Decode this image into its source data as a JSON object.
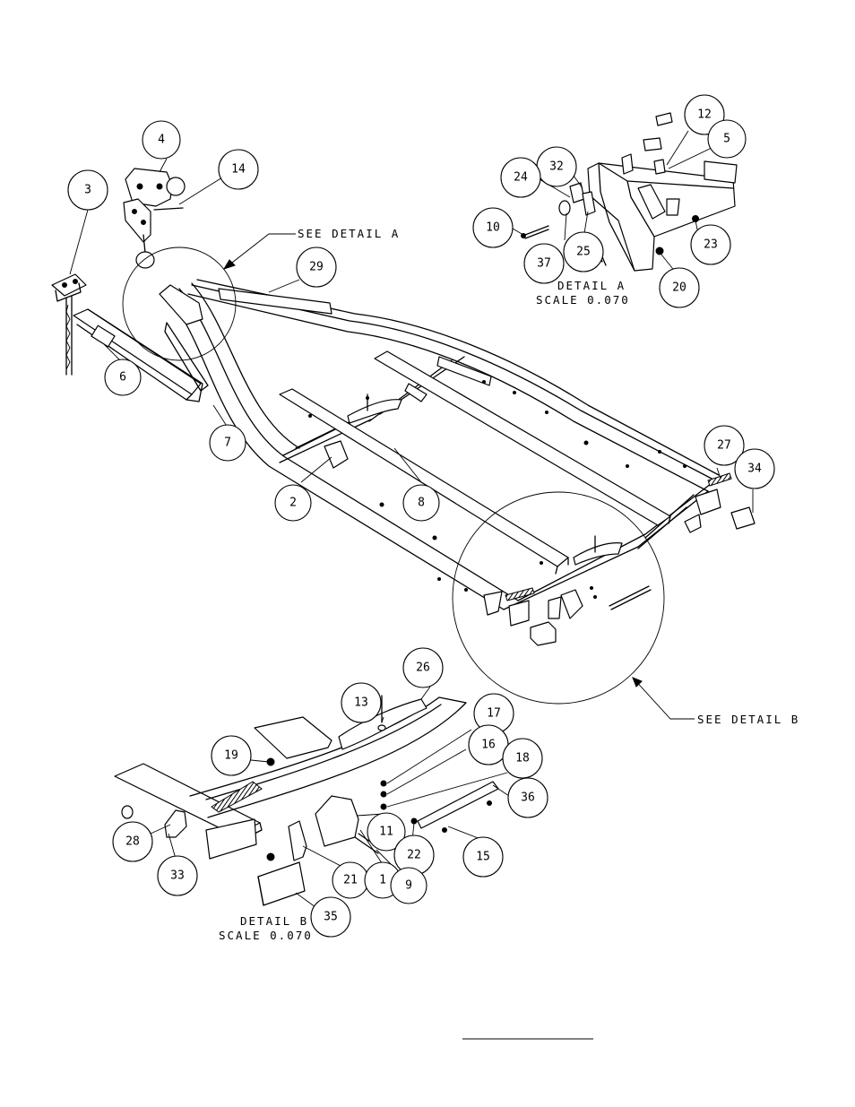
{
  "callouts": [
    {
      "label": "3"
    },
    {
      "label": "4"
    },
    {
      "label": "14"
    },
    {
      "label": "6"
    },
    {
      "label": "29"
    },
    {
      "label": "7"
    },
    {
      "label": "2"
    },
    {
      "label": "8"
    },
    {
      "label": "27"
    },
    {
      "label": "34"
    },
    {
      "label": "12"
    },
    {
      "label": "5"
    },
    {
      "label": "32"
    },
    {
      "label": "24"
    },
    {
      "label": "10"
    },
    {
      "label": "37"
    },
    {
      "label": "25"
    },
    {
      "label": "23"
    },
    {
      "label": "20"
    },
    {
      "label": "26"
    },
    {
      "label": "13"
    },
    {
      "label": "17"
    },
    {
      "label": "16"
    },
    {
      "label": "18"
    },
    {
      "label": "19"
    },
    {
      "label": "36"
    },
    {
      "label": "11"
    },
    {
      "label": "15"
    },
    {
      "label": "22"
    },
    {
      "label": "28"
    },
    {
      "label": "33"
    },
    {
      "label": "21"
    },
    {
      "label": "1"
    },
    {
      "label": "9"
    },
    {
      "label": "35"
    }
  ],
  "references": {
    "detail_a": "SEE DETAIL  A",
    "detail_b": "SEE DETAIL  B"
  },
  "captions": {
    "detail_a_title": "DETAIL  A",
    "detail_a_scale": "SCALE  0.070",
    "detail_b_title": "DETAIL  B",
    "detail_b_scale": "SCALE  0.070"
  }
}
